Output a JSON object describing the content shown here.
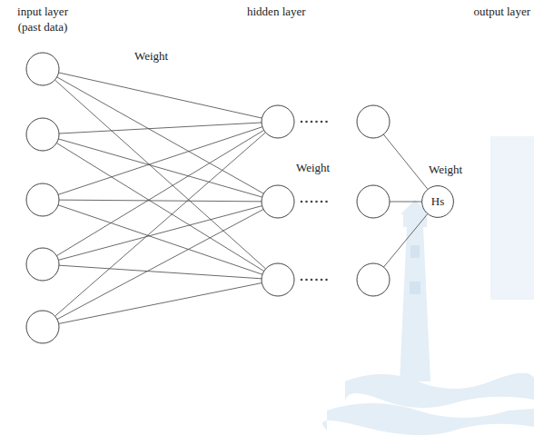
{
  "diagram": {
    "nodes": [
      {
        "text": [
          "Hs"
        ]
      }
    ],
    "labels": [
      "input layer (past data)",
      "hidden layer",
      "output layer",
      "Weight",
      "Weight",
      "Weight"
    ]
  }
}
